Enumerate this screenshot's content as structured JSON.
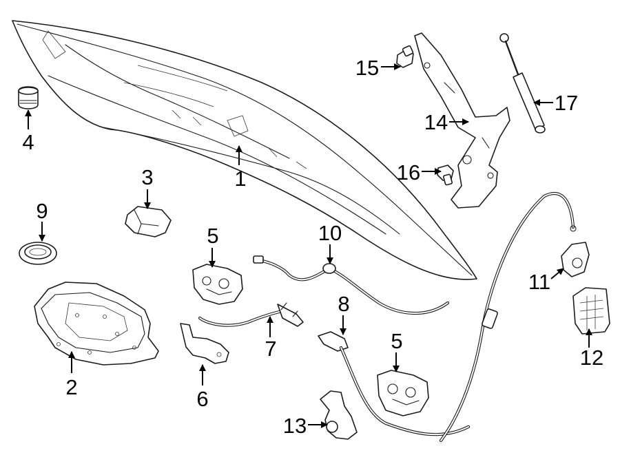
{
  "callouts": {
    "c1": "1",
    "c2": "2",
    "c3": "3",
    "c4": "4",
    "c5a": "5",
    "c5b": "5",
    "c6": "6",
    "c7": "7",
    "c8": "8",
    "c9": "9",
    "c10": "10",
    "c11": "11",
    "c12": "12",
    "c13": "13",
    "c14": "14",
    "c15": "15",
    "c16": "16",
    "c17": "17"
  }
}
